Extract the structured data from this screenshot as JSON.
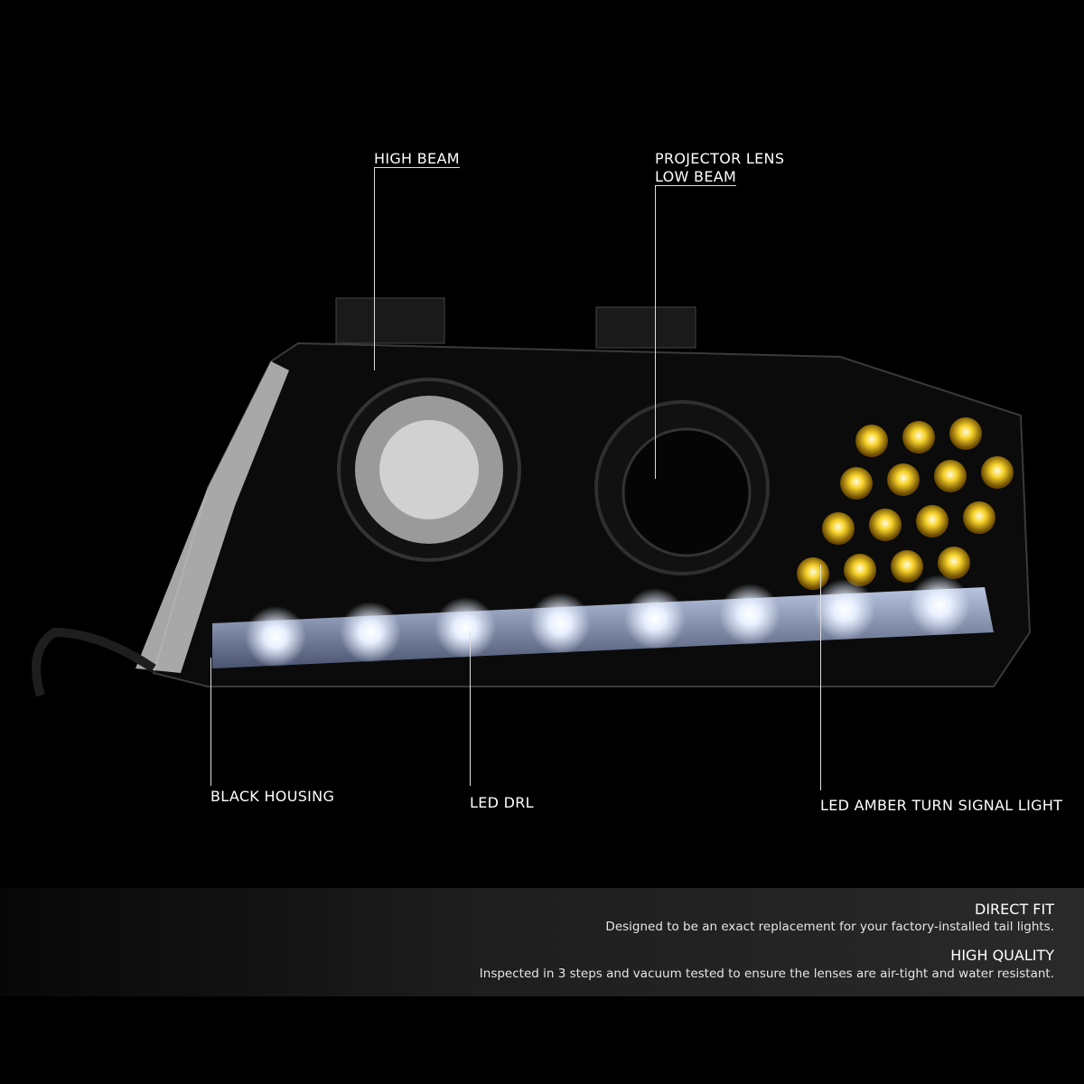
{
  "callouts": {
    "high_beam": "HIGH BEAM",
    "projector_line1": "PROJECTOR LENS",
    "projector_line2": "LOW BEAM",
    "black_housing": "BLACK HOUSING",
    "led_drl": "LED DRL",
    "amber_signal": "LED AMBER TURN SIGNAL LIGHT"
  },
  "features": [
    {
      "title": "DIRECT FIT",
      "text": "Designed to be an exact replacement for your factory-installed tail lights."
    },
    {
      "title": "HIGH QUALITY",
      "text": "Inspected in 3 steps and vacuum tested to ensure the lenses are air-tight and water resistant."
    }
  ],
  "colors": {
    "amber": "#f5c21a",
    "drl": "#ffffff",
    "housing": "#0b0b0b"
  }
}
